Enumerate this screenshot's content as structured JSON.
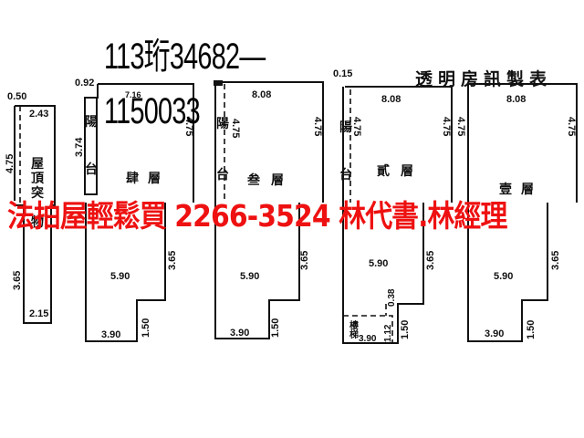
{
  "document": {
    "title": "透明房訊製表",
    "case_number_line1": "113珩34682—",
    "case_number_line2": "1150033",
    "advertisement": "法拍屋輕鬆買  2266-3524  林代書.林經理",
    "ad_color": "#ee1111"
  },
  "floors": [
    {
      "name": "roof",
      "label": "屋頂突出物",
      "dims": {
        "top_offset": "0.50",
        "top_width": "2.43",
        "upper_height": "4.75",
        "lower_height": "3.65",
        "bottom_width": "2.15"
      }
    },
    {
      "name": "floor4",
      "label": "肆層",
      "balcony_label": "陽台",
      "dims": {
        "top_offset": "0.92",
        "top_width": "7.16",
        "balcony_height": "3.74",
        "right_height": "4.75",
        "lower_right_height": "3.65",
        "mid_width": "5.90",
        "step_height": "1.50",
        "bottom_width": "3.90"
      }
    },
    {
      "name": "floor3",
      "label": "叁層",
      "balcony_label": "陽台",
      "dims": {
        "top_width": "8.08",
        "balcony_height": "4.75",
        "right_height": "4.75",
        "lower_right_height": "3.65",
        "mid_width": "5.90",
        "step_height": "1.50",
        "bottom_width": "3.90"
      }
    },
    {
      "name": "floor2",
      "label": "貳層",
      "balcony_label": "陽台",
      "annex_label": "樓梯",
      "dims": {
        "top_offset": "0.15",
        "top_width": "8.08",
        "balcony_height": "4.75",
        "right_height": "4.75",
        "lower_right_height": "3.65",
        "mid_width": "5.90",
        "step_small": "0.38",
        "step_height": "1.50",
        "annex_height": "1.12",
        "bottom_width": "3.90"
      }
    },
    {
      "name": "floor1",
      "label": "壹層",
      "dims": {
        "top_width": "8.08",
        "left_height": "4.75",
        "right_height": "4.75",
        "lower_right_height": "3.65",
        "mid_width": "5.90",
        "step_height": "1.50",
        "bottom_width": "3.90"
      }
    }
  ]
}
